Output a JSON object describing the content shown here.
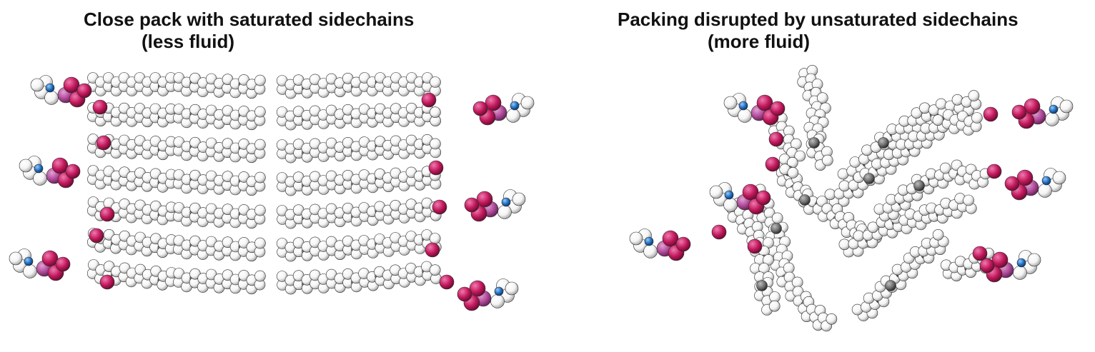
{
  "left_panel": {
    "title_line1": "Close pack with saturated sidechains",
    "title_line2": "(less fluid)"
  },
  "right_panel": {
    "title_line1": "Packing disrupted by unsaturated sidechains",
    "title_line2": "(more fluid)"
  },
  "colors": {
    "hydrogen": "#f4f4f4",
    "carbon": "#6f6f6f",
    "oxygen": "#c2185b",
    "phosphorus": "#b04a9a",
    "nitrogen": "#1e6fc4"
  }
}
